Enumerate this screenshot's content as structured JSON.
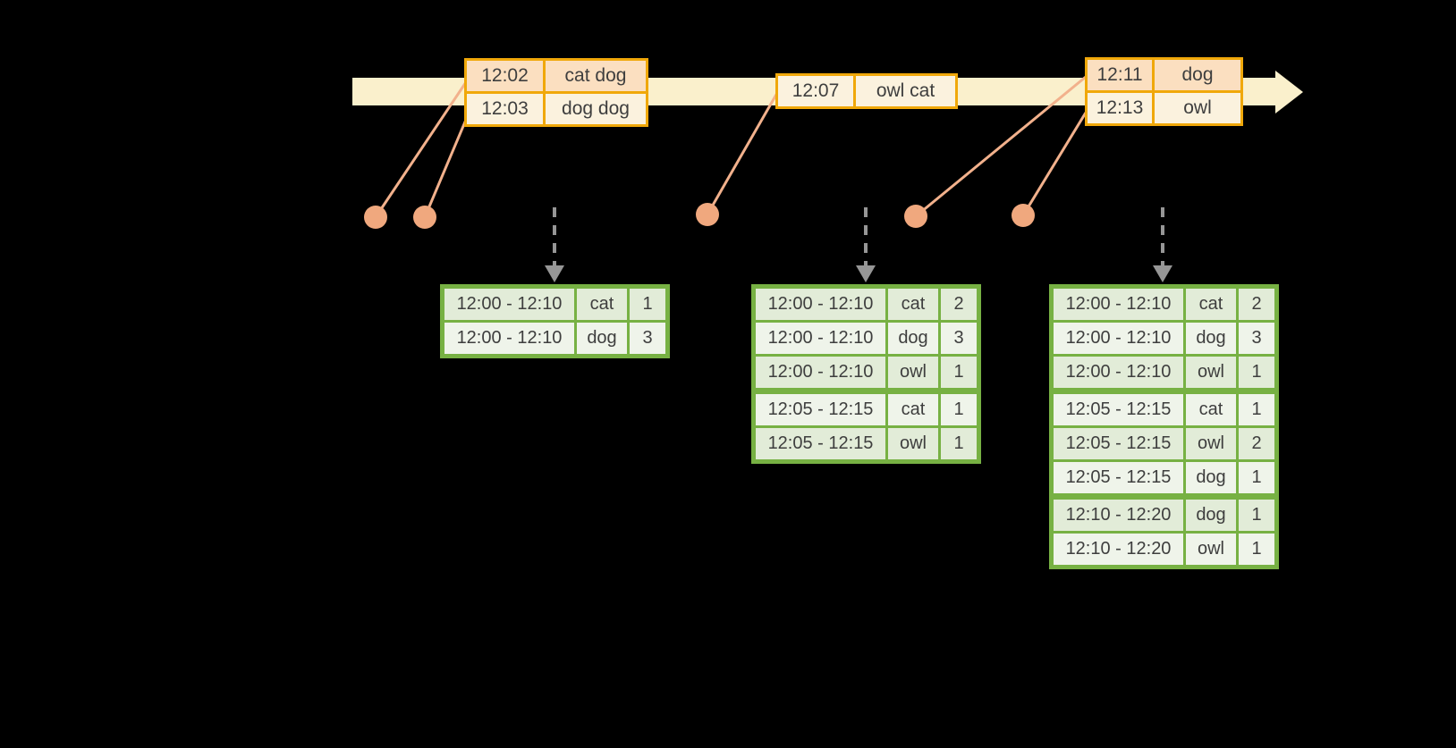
{
  "diagram_title": "windowed-event-stream-aggregation",
  "colors": {
    "background": "#000000",
    "timeline_fill": "#faf0cc",
    "event_table_border": "#f0a80a",
    "event_row_peach": "#fbdfc0",
    "event_row_cream": "#fbf2de",
    "connector_line": "#f2b18c",
    "event_dot": "#f0a87e",
    "result_table_border": "#77b143",
    "result_row_dark": "#e2ecd8",
    "result_row_light": "#eff4ea",
    "dashed_arrow": "#969696",
    "text": "#3e3e3e"
  },
  "event_tables": [
    {
      "rows": [
        {
          "time": "12:02",
          "words": "cat dog"
        },
        {
          "time": "12:03",
          "words": "dog dog"
        }
      ]
    },
    {
      "rows": [
        {
          "time": "12:07",
          "words": "owl cat"
        }
      ]
    },
    {
      "rows": [
        {
          "time": "12:11",
          "words": "dog"
        },
        {
          "time": "12:13",
          "words": "owl"
        }
      ]
    }
  ],
  "result_tables": [
    {
      "rows": [
        {
          "window": "12:00 - 12:10",
          "word": "cat",
          "count": "1"
        },
        {
          "window": "12:00 - 12:10",
          "word": "dog",
          "count": "3"
        }
      ]
    },
    {
      "rows": [
        {
          "window": "12:00 - 12:10",
          "word": "cat",
          "count": "2"
        },
        {
          "window": "12:00 - 12:10",
          "word": "dog",
          "count": "3"
        },
        {
          "window": "12:00 - 12:10",
          "word": "owl",
          "count": "1"
        },
        {
          "window": "12:05 - 12:15",
          "word": "cat",
          "count": "1"
        },
        {
          "window": "12:05 - 12:15",
          "word": "owl",
          "count": "1"
        }
      ]
    },
    {
      "rows": [
        {
          "window": "12:00 - 12:10",
          "word": "cat",
          "count": "2"
        },
        {
          "window": "12:00 - 12:10",
          "word": "dog",
          "count": "3"
        },
        {
          "window": "12:00 - 12:10",
          "word": "owl",
          "count": "1"
        },
        {
          "window": "12:05 - 12:15",
          "word": "cat",
          "count": "1"
        },
        {
          "window": "12:05 - 12:15",
          "word": "owl",
          "count": "2"
        },
        {
          "window": "12:05 - 12:15",
          "word": "dog",
          "count": "1"
        },
        {
          "window": "12:10 - 12:20",
          "word": "dog",
          "count": "1"
        },
        {
          "window": "12:10 - 12:20",
          "word": "owl",
          "count": "1"
        }
      ]
    }
  ]
}
